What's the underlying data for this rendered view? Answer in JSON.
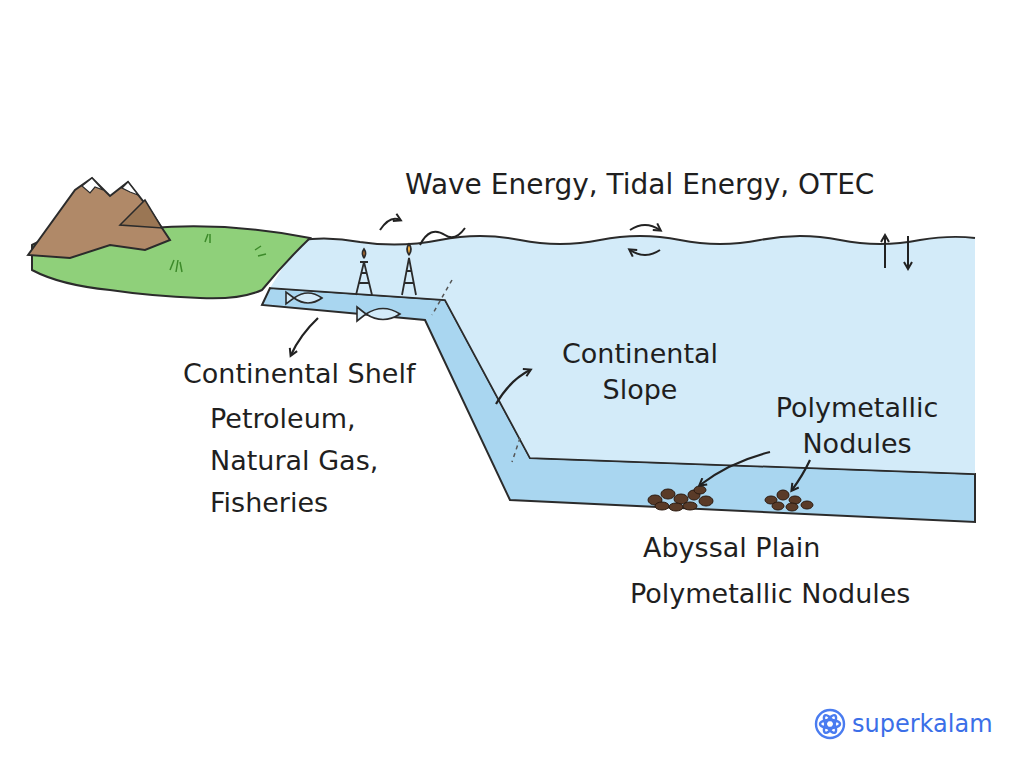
{
  "diagram": {
    "labels": [
      "Wave Energy, Tidal Energy, OTEC",
      "Continental Shelf",
      "Petroleum, Natural Gas, Fisheries",
      "Continental Slope",
      "Polymetallic Nodules",
      "Abyssal Plain",
      "Polymetallic Nodules",
      "superkalam"
    ]
  }
}
